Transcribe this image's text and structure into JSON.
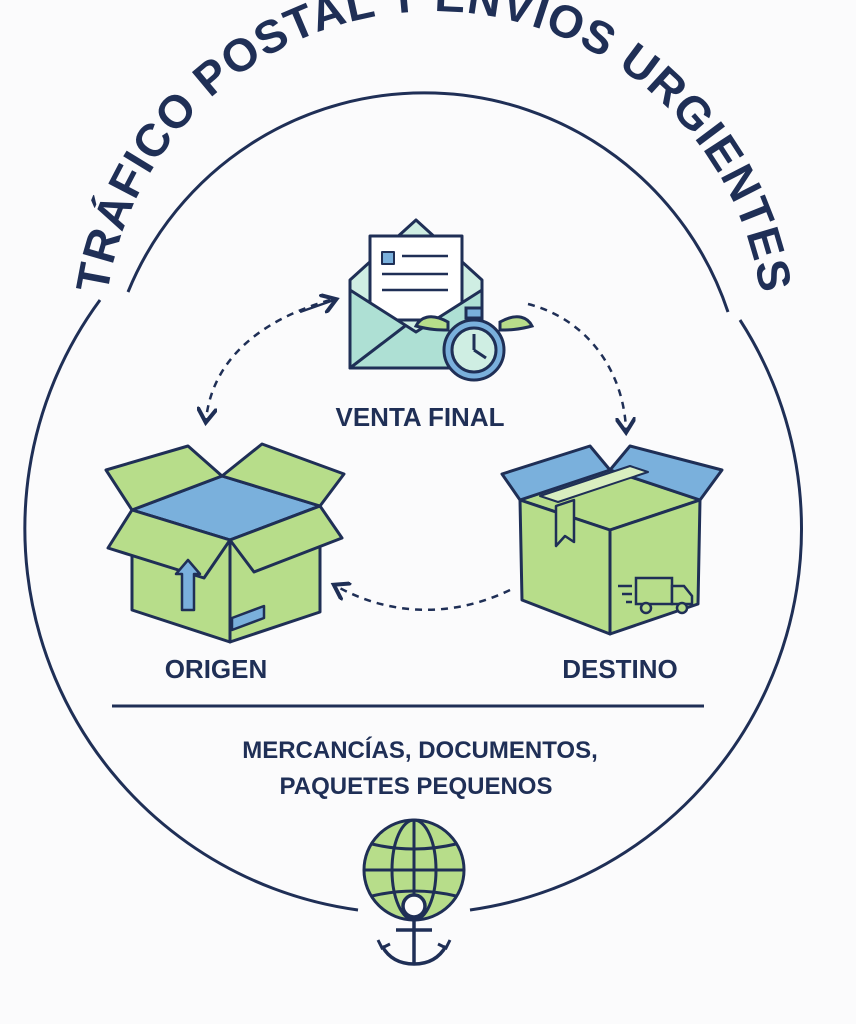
{
  "title": "TRÁFICO POSTAL Y ENVÍOS URGIENTES",
  "nodes": {
    "top": "VENTA FINAL",
    "left": "ORIGEN",
    "right": "DESTINO"
  },
  "description": {
    "line1": "MERCANCÍAS, DOCUMENTOS,",
    "line2": "PAQUETES PEQUENOS"
  },
  "colors": {
    "navy": "#1f2f56",
    "green": "#b7dd8a",
    "blue": "#7ab0dc",
    "mint": "#cfeee3"
  },
  "icons": [
    "envelope-icon",
    "stopwatch-icon",
    "box-open-icon",
    "box-closed-icon",
    "truck-icon",
    "globe-anchor-icon"
  ]
}
